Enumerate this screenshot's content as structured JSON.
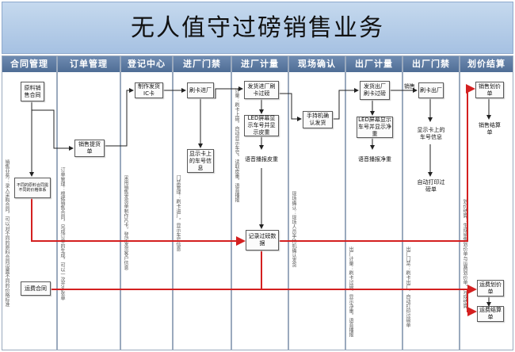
{
  "title": "无人值守过磅销售业务",
  "lanes": [
    {
      "label": "合同管理"
    },
    {
      "label": "订单管理"
    },
    {
      "label": "登记中心"
    },
    {
      "label": "进厂门禁"
    },
    {
      "label": "进厂计量"
    },
    {
      "label": "现场确认"
    },
    {
      "label": "出厂计量"
    },
    {
      "label": "出厂门禁"
    },
    {
      "label": "划价结算"
    }
  ],
  "nodes": {
    "sales_contract": "原料销售合同",
    "contract_note": "不同的原料合同需不同的价格体系",
    "sales_order": "销售提货单",
    "issue_card": "制作发货IC卡",
    "swipe_in": "刷卡进厂",
    "show_plate_in": "显示卡上的车号信息",
    "ship_weigh": "发货进厂刷卡过磅",
    "led_gross": "LED屏幕显示车号并显示皮重",
    "voice_tare": "语音播报皮重",
    "record_weight": "记录过磅数据",
    "handheld_confirm": "手持机确认发货",
    "ship_out": "发货出厂刷卡过磅",
    "led_net": "LED屏幕显示车号并显示净重",
    "voice_net": "语音播报净重",
    "swipe_out": "刷卡出厂",
    "show_plate_out": "显示卡上的车号信息",
    "auto_print": "自动打印过磅单",
    "sales_pricing": "销售划价单",
    "sales_settle": "销售结算单",
    "freight_contract": "运费合同",
    "freight_pricing": "运费划价单",
    "freight_settle": "运费结算单"
  },
  "labels": {
    "sales_flow": "销售"
  },
  "notes": {
    "n1": "销售业务：录入采购合同，可以对不同的原料合同设置不同的价格标准",
    "n2": "订单管理：根据销售合同，完成订单的生成，可以一次开多张单",
    "n3": "采用销售发货单制作IC卡，登记发货客户信息",
    "n4": "门禁管理：刷卡进厂，显示车号信息",
    "n5": "计量：刷卡上磅，自动显示车号，读取皮重，语音播报",
    "n6": "现场确认：现场人员手持机确认发货",
    "n7": "出厂计量：刷卡过磅，显示净重，语音播报",
    "n8": "出厂门禁：刷卡出厂，自动打印过磅单",
    "n9": "划价结算：生成销售划价单与运费划价单，完成结算"
  },
  "colors": {
    "accent_red": "#d42020",
    "lane_head": "#5a779f",
    "title_bg": "#b6cde8"
  }
}
